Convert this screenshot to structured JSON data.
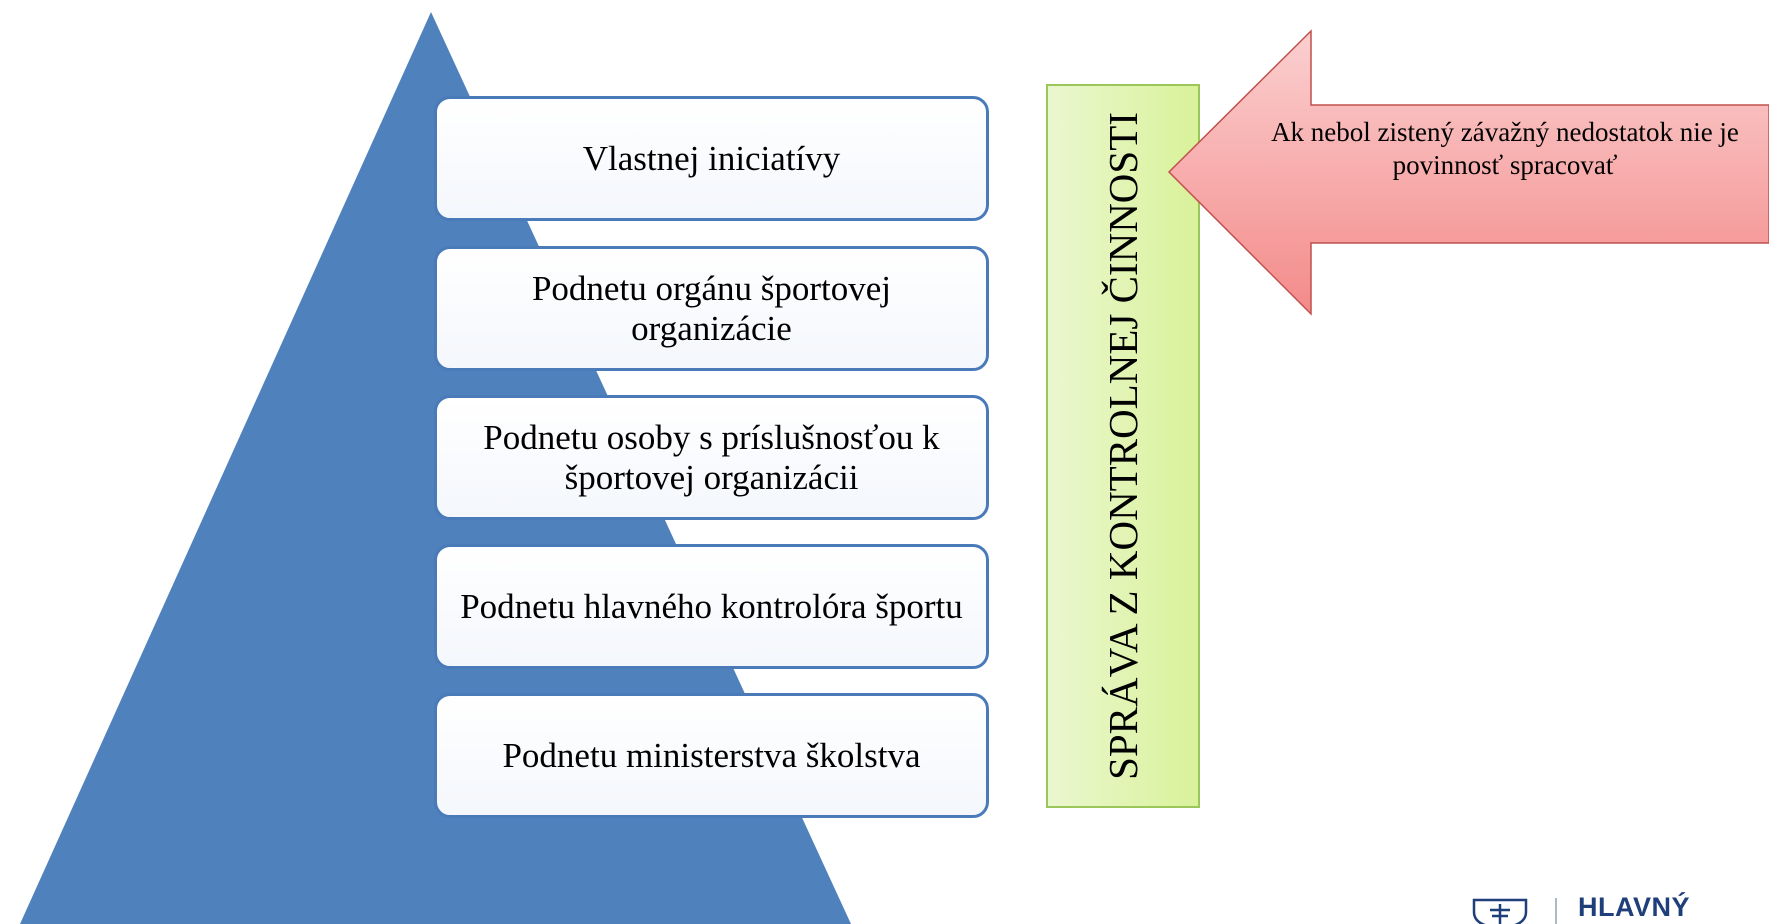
{
  "levels": [
    {
      "label": "Vlastnej iniciatívy"
    },
    {
      "label": "Podnetu orgánu športovej organizácie"
    },
    {
      "label": "Podnetu osoby s príslušnosťou k športovej organizácii"
    },
    {
      "label": "Podnetu hlavného kontrolóra športu"
    },
    {
      "label": "Podnetu ministerstva školstva"
    }
  ],
  "report_bar": {
    "label": "SPRÁVA Z KONTROLNEJ ČINNOSTI"
  },
  "callout": {
    "text": "Ak nebol zistený závažný nedostatok nie je povinnosť spracovať"
  },
  "logo": {
    "text": "HLAVNÝ"
  },
  "colors": {
    "pyramid": "#4f81bd",
    "box_border": "#4a7ab8",
    "bar_fill": "#d9f29a",
    "bar_border": "#9bc75a",
    "arrow_fill": "#f8a0a0",
    "arrow_border": "#c0504d",
    "logo_text": "#1f3f7a"
  }
}
